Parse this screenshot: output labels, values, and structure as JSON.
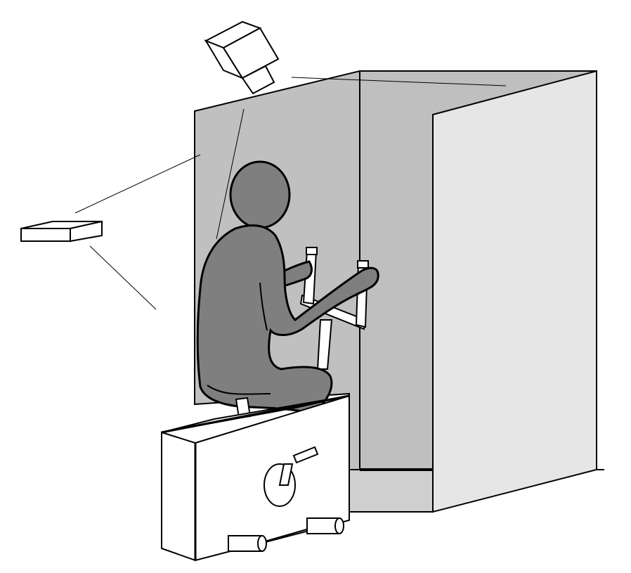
{
  "diagram": {
    "kind": "line-drawing",
    "colors": {
      "background": "#ffffff",
      "outline": "#000000",
      "booth_back_wall": "#c0c0c0",
      "booth_side_wall": "#bfbfbf",
      "booth_front_panel": "#e6e6e6",
      "booth_floor": "#cfcfcf",
      "person": "#7f7f7f",
      "bike": "#ffffff"
    },
    "objects": [
      {
        "id": "overhead-camera",
        "icon": "camera-icon"
      },
      {
        "id": "side-sensor-box",
        "icon": "sensor-box-icon"
      },
      {
        "id": "booth",
        "icon": "booth-icon"
      },
      {
        "id": "person",
        "icon": "person-icon"
      },
      {
        "id": "exercise-bike",
        "icon": "exercise-bike-icon"
      }
    ]
  }
}
